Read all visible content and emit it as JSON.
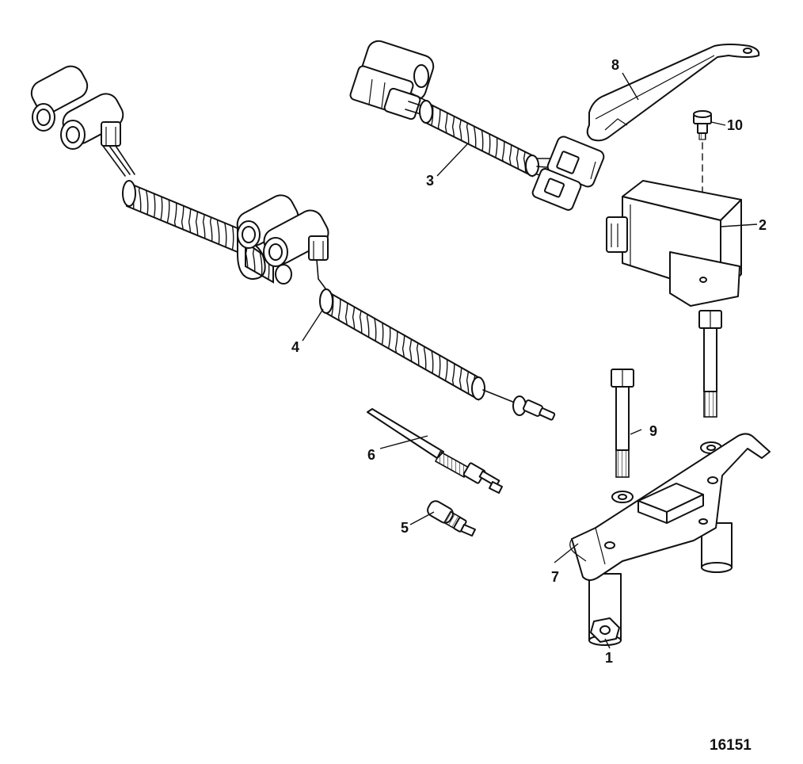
{
  "callouts": [
    {
      "id": "1",
      "label": "1"
    },
    {
      "id": "2",
      "label": "2"
    },
    {
      "id": "3",
      "label": "3"
    },
    {
      "id": "4",
      "label": "4"
    },
    {
      "id": "5",
      "label": "5"
    },
    {
      "id": "6",
      "label": "6"
    },
    {
      "id": "7",
      "label": "7"
    },
    {
      "id": "8",
      "label": "8"
    },
    {
      "id": "9",
      "label": "9"
    },
    {
      "id": "10",
      "label": "10"
    }
  ],
  "figure_ref": "16151"
}
